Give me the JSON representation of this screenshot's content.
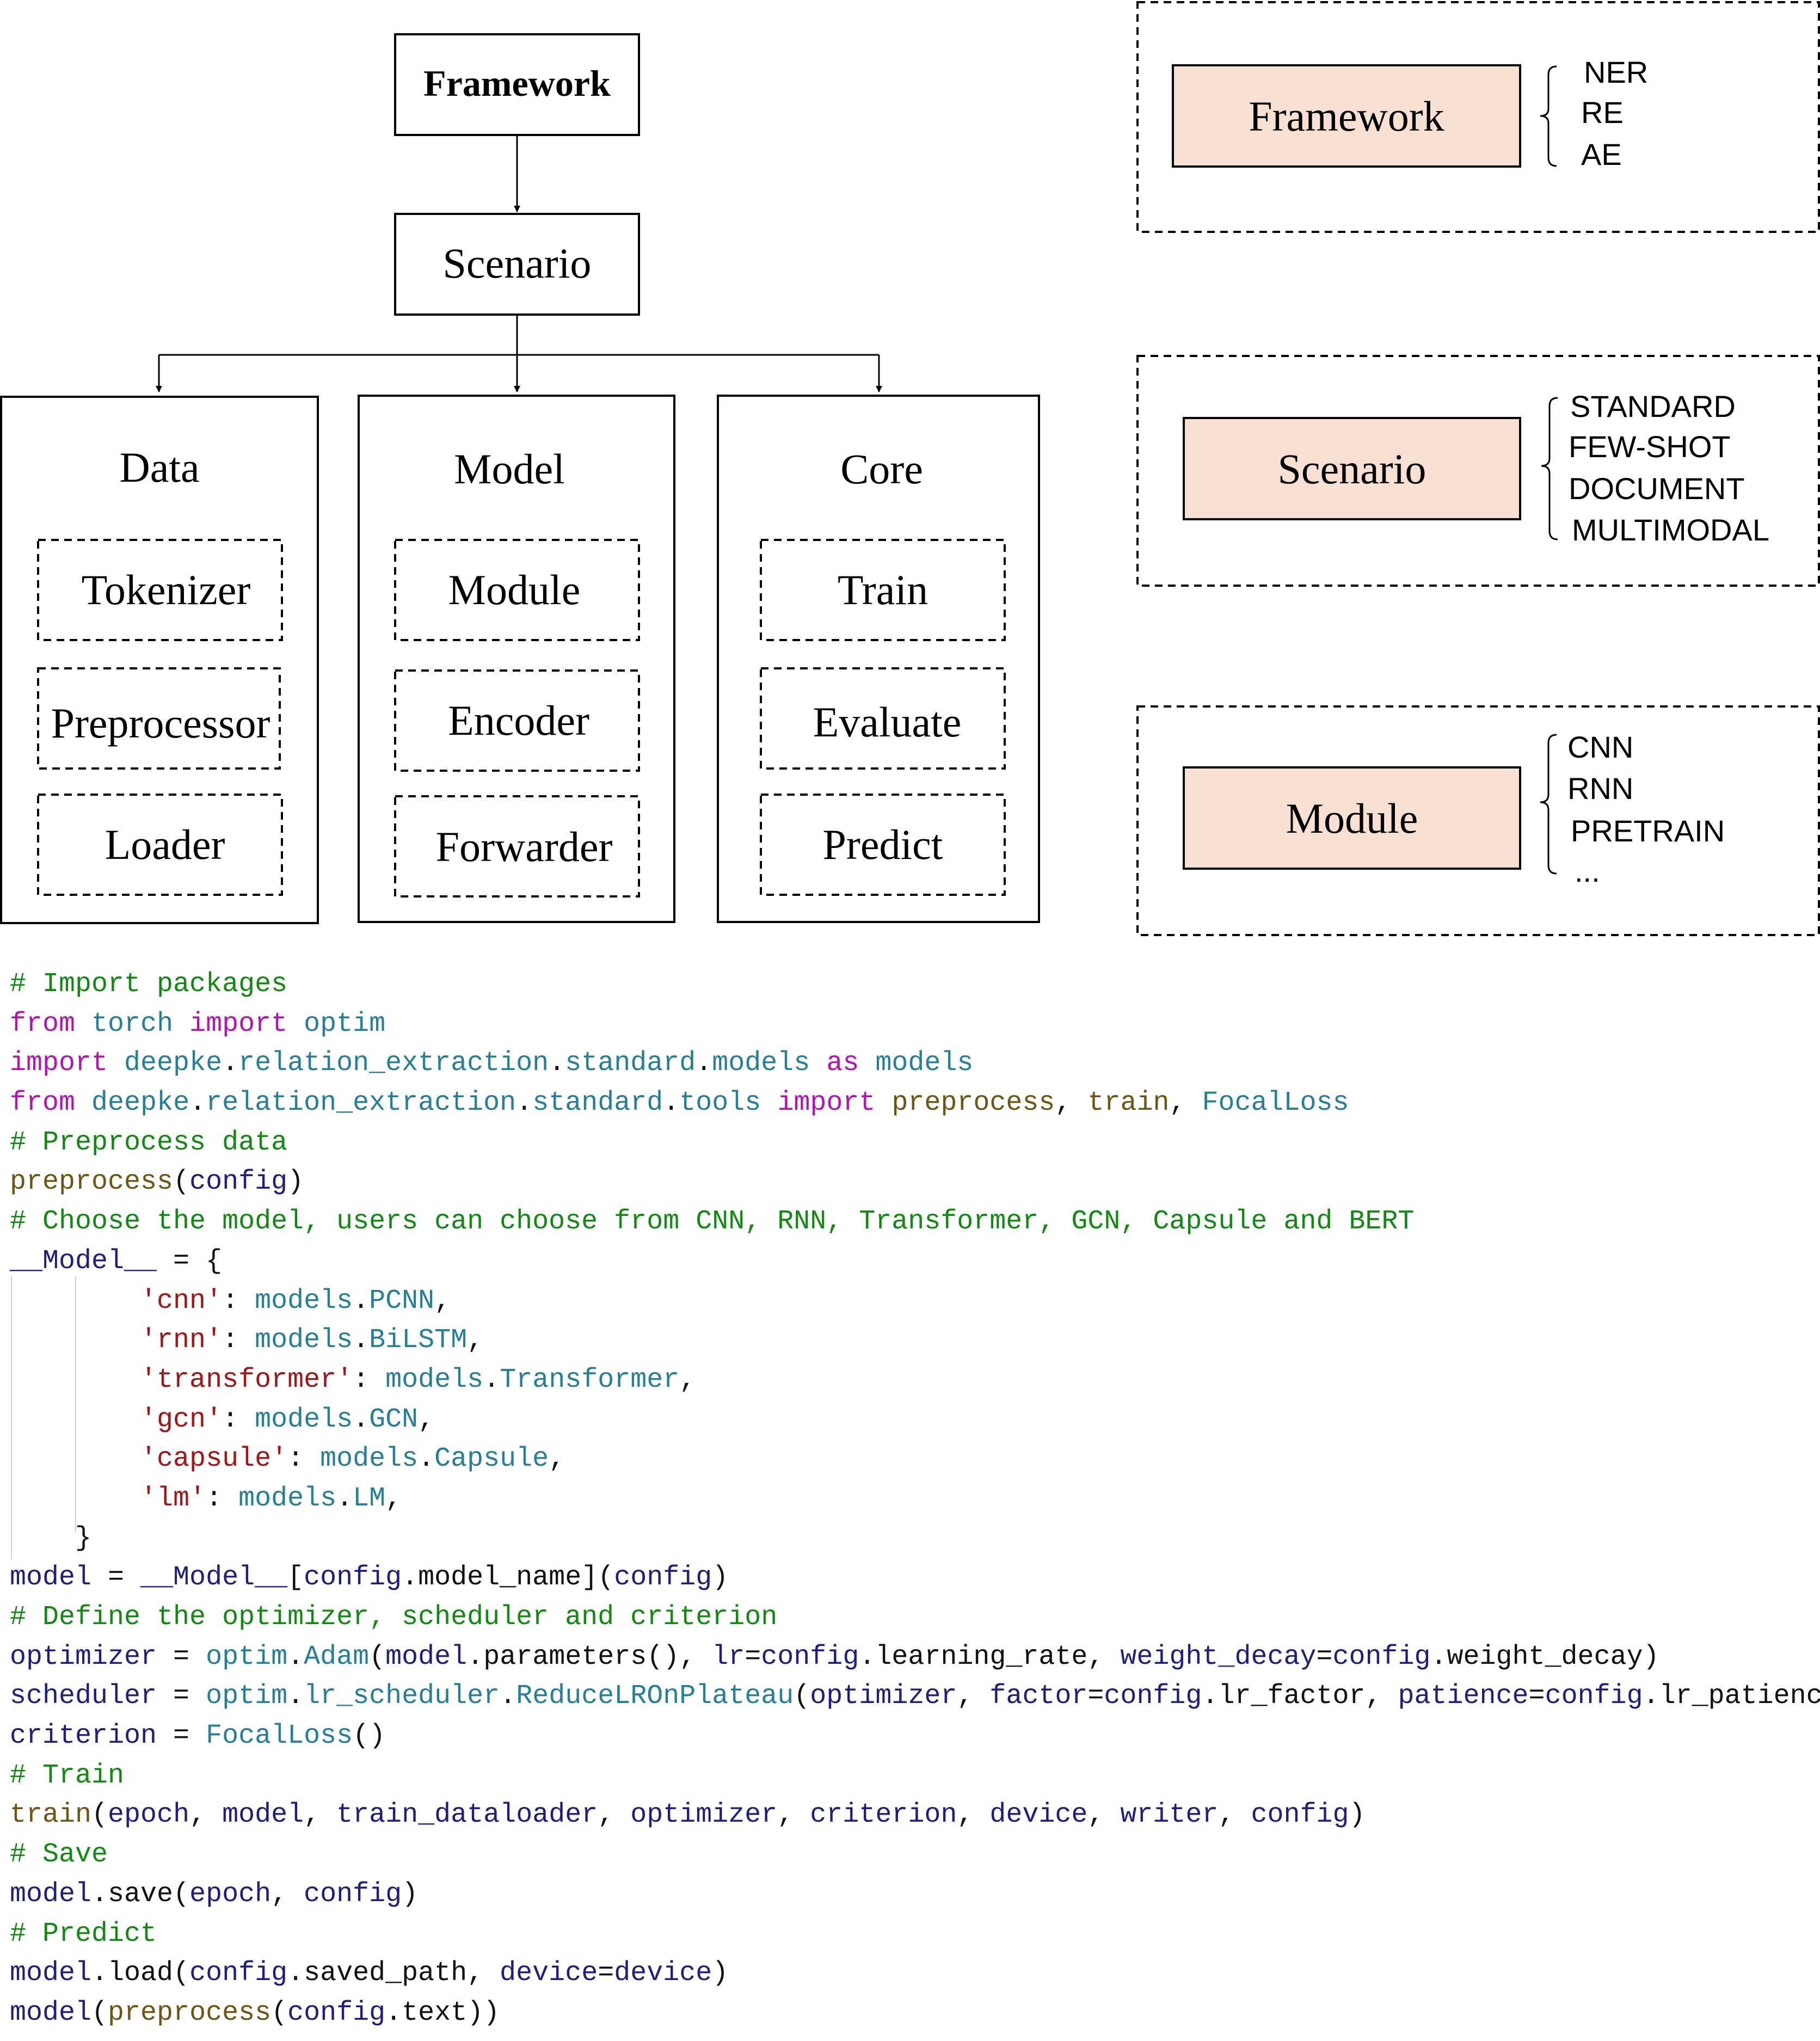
{
  "tree": {
    "root": "Framework",
    "scenario": "Scenario",
    "columns": [
      {
        "title": "Data",
        "items": [
          "Tokenizer",
          "Preprocessor",
          "Loader"
        ]
      },
      {
        "title": "Model",
        "items": [
          "Module",
          "Encoder",
          "Forwarder"
        ]
      },
      {
        "title": "Core",
        "items": [
          "Train",
          "Evaluate",
          "Predict"
        ]
      }
    ]
  },
  "legend": [
    {
      "label": "Framework",
      "options": [
        "NER",
        "RE",
        "AE"
      ]
    },
    {
      "label": "Scenario",
      "options": [
        "STANDARD",
        "FEW-SHOT",
        "DOCUMENT",
        "MULTIMODAL"
      ]
    },
    {
      "label": "Module",
      "options": [
        "CNN",
        "RNN",
        "PRETRAIN",
        "..."
      ]
    }
  ],
  "colors": {
    "legend_box_fill": "#f8e1d2",
    "comment": "#118a11",
    "keyword": "#b512b5",
    "module": "#267f99",
    "function": "#6d5513",
    "variable": "#1e1e80",
    "string": "#a31515"
  },
  "code": [
    [
      [
        "comment",
        "# Import packages"
      ]
    ],
    [
      [
        "kw",
        "from"
      ],
      [
        "plain",
        " "
      ],
      [
        "mod",
        "torch"
      ],
      [
        "plain",
        " "
      ],
      [
        "kw",
        "import"
      ],
      [
        "plain",
        " "
      ],
      [
        "mod",
        "optim"
      ]
    ],
    [
      [
        "kw",
        "import"
      ],
      [
        "plain",
        " "
      ],
      [
        "mod",
        "deepke"
      ],
      [
        "plain",
        "."
      ],
      [
        "mod",
        "relation_extraction"
      ],
      [
        "plain",
        "."
      ],
      [
        "mod",
        "standard"
      ],
      [
        "plain",
        "."
      ],
      [
        "mod",
        "models"
      ],
      [
        "plain",
        " "
      ],
      [
        "kw",
        "as"
      ],
      [
        "plain",
        " "
      ],
      [
        "mod",
        "models"
      ]
    ],
    [
      [
        "kw",
        "from"
      ],
      [
        "plain",
        " "
      ],
      [
        "mod",
        "deepke"
      ],
      [
        "plain",
        "."
      ],
      [
        "mod",
        "relation_extraction"
      ],
      [
        "plain",
        "."
      ],
      [
        "mod",
        "standard"
      ],
      [
        "plain",
        "."
      ],
      [
        "mod",
        "tools"
      ],
      [
        "plain",
        " "
      ],
      [
        "kw",
        "import"
      ],
      [
        "plain",
        " "
      ],
      [
        "fn",
        "preprocess"
      ],
      [
        "plain",
        ", "
      ],
      [
        "fn",
        "train"
      ],
      [
        "plain",
        ", "
      ],
      [
        "mod",
        "FocalLoss"
      ]
    ],
    [
      [
        "comment",
        "# Preprocess data"
      ]
    ],
    [
      [
        "fn",
        "preprocess"
      ],
      [
        "plain",
        "("
      ],
      [
        "var",
        "config"
      ],
      [
        "plain",
        ")"
      ]
    ],
    [
      [
        "comment",
        "# Choose the model, users can choose from CNN, RNN, Transformer, GCN, Capsule and BERT"
      ]
    ],
    [
      [
        "var",
        "__Model__"
      ],
      [
        "plain",
        " = {"
      ]
    ],
    [
      [
        "plain",
        "        "
      ],
      [
        "str",
        "'cnn'"
      ],
      [
        "plain",
        ": "
      ],
      [
        "mod",
        "models"
      ],
      [
        "plain",
        "."
      ],
      [
        "mod",
        "PCNN"
      ],
      [
        "plain",
        ","
      ]
    ],
    [
      [
        "plain",
        "        "
      ],
      [
        "str",
        "'rnn'"
      ],
      [
        "plain",
        ": "
      ],
      [
        "mod",
        "models"
      ],
      [
        "plain",
        "."
      ],
      [
        "mod",
        "BiLSTM"
      ],
      [
        "plain",
        ","
      ]
    ],
    [
      [
        "plain",
        "        "
      ],
      [
        "str",
        "'transformer'"
      ],
      [
        "plain",
        ": "
      ],
      [
        "mod",
        "models"
      ],
      [
        "plain",
        "."
      ],
      [
        "mod",
        "Transformer"
      ],
      [
        "plain",
        ","
      ]
    ],
    [
      [
        "plain",
        "        "
      ],
      [
        "str",
        "'gcn'"
      ],
      [
        "plain",
        ": "
      ],
      [
        "mod",
        "models"
      ],
      [
        "plain",
        "."
      ],
      [
        "mod",
        "GCN"
      ],
      [
        "plain",
        ","
      ]
    ],
    [
      [
        "plain",
        "        "
      ],
      [
        "str",
        "'capsule'"
      ],
      [
        "plain",
        ": "
      ],
      [
        "mod",
        "models"
      ],
      [
        "plain",
        "."
      ],
      [
        "mod",
        "Capsule"
      ],
      [
        "plain",
        ","
      ]
    ],
    [
      [
        "plain",
        "        "
      ],
      [
        "str",
        "'lm'"
      ],
      [
        "plain",
        ": "
      ],
      [
        "mod",
        "models"
      ],
      [
        "plain",
        "."
      ],
      [
        "mod",
        "LM"
      ],
      [
        "plain",
        ","
      ]
    ],
    [
      [
        "plain",
        "    }"
      ]
    ],
    [
      [
        "var",
        "model"
      ],
      [
        "plain",
        " = "
      ],
      [
        "var",
        "__Model__"
      ],
      [
        "plain",
        "["
      ],
      [
        "var",
        "config"
      ],
      [
        "plain",
        ".model_name]("
      ],
      [
        "var",
        "config"
      ],
      [
        "plain",
        ")"
      ]
    ],
    [
      [
        "comment",
        "# Define the optimizer, scheduler and criterion"
      ]
    ],
    [
      [
        "var",
        "optimizer"
      ],
      [
        "plain",
        " = "
      ],
      [
        "mod",
        "optim"
      ],
      [
        "plain",
        "."
      ],
      [
        "mod",
        "Adam"
      ],
      [
        "plain",
        "("
      ],
      [
        "var",
        "model"
      ],
      [
        "plain",
        ".parameters(), "
      ],
      [
        "var",
        "lr"
      ],
      [
        "plain",
        "="
      ],
      [
        "var",
        "config"
      ],
      [
        "plain",
        ".learning_rate, "
      ],
      [
        "var",
        "weight_decay"
      ],
      [
        "plain",
        "="
      ],
      [
        "var",
        "config"
      ],
      [
        "plain",
        ".weight_decay)"
      ]
    ],
    [
      [
        "var",
        "scheduler"
      ],
      [
        "plain",
        " = "
      ],
      [
        "mod",
        "optim"
      ],
      [
        "plain",
        "."
      ],
      [
        "mod",
        "lr_scheduler"
      ],
      [
        "plain",
        "."
      ],
      [
        "mod",
        "ReduceLROnPlateau"
      ],
      [
        "plain",
        "("
      ],
      [
        "var",
        "optimizer"
      ],
      [
        "plain",
        ", "
      ],
      [
        "var",
        "factor"
      ],
      [
        "plain",
        "="
      ],
      [
        "var",
        "config"
      ],
      [
        "plain",
        ".lr_factor, "
      ],
      [
        "var",
        "patience"
      ],
      [
        "plain",
        "="
      ],
      [
        "var",
        "config"
      ],
      [
        "plain",
        ".lr_patience)"
      ]
    ],
    [
      [
        "var",
        "criterion"
      ],
      [
        "plain",
        " = "
      ],
      [
        "mod",
        "FocalLoss"
      ],
      [
        "plain",
        "()"
      ]
    ],
    [
      [
        "comment",
        "# Train"
      ]
    ],
    [
      [
        "fn",
        "train"
      ],
      [
        "plain",
        "("
      ],
      [
        "var",
        "epoch"
      ],
      [
        "plain",
        ", "
      ],
      [
        "var",
        "model"
      ],
      [
        "plain",
        ", "
      ],
      [
        "var",
        "train_dataloader"
      ],
      [
        "plain",
        ", "
      ],
      [
        "var",
        "optimizer"
      ],
      [
        "plain",
        ", "
      ],
      [
        "var",
        "criterion"
      ],
      [
        "plain",
        ", "
      ],
      [
        "var",
        "device"
      ],
      [
        "plain",
        ", "
      ],
      [
        "var",
        "writer"
      ],
      [
        "plain",
        ", "
      ],
      [
        "var",
        "config"
      ],
      [
        "plain",
        ")"
      ]
    ],
    [
      [
        "comment",
        "# Save"
      ]
    ],
    [
      [
        "var",
        "model"
      ],
      [
        "plain",
        ".save("
      ],
      [
        "var",
        "epoch"
      ],
      [
        "plain",
        ", "
      ],
      [
        "var",
        "config"
      ],
      [
        "plain",
        ")"
      ]
    ],
    [
      [
        "comment",
        "# Predict"
      ]
    ],
    [
      [
        "var",
        "model"
      ],
      [
        "plain",
        ".load("
      ],
      [
        "var",
        "config"
      ],
      [
        "plain",
        ".saved_path, "
      ],
      [
        "var",
        "device"
      ],
      [
        "plain",
        "="
      ],
      [
        "var",
        "device"
      ],
      [
        "plain",
        ")"
      ]
    ],
    [
      [
        "var",
        "model"
      ],
      [
        "plain",
        "("
      ],
      [
        "fn",
        "preprocess"
      ],
      [
        "plain",
        "("
      ],
      [
        "var",
        "config"
      ],
      [
        "plain",
        ".text))"
      ]
    ]
  ]
}
